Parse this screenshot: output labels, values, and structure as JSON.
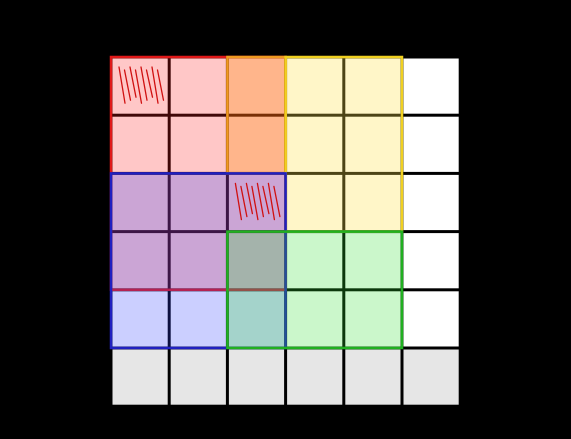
{
  "background_color": "#000000",
  "grid": {
    "rows": 6,
    "cols": 6,
    "cell_color": "#ffffff",
    "bottom_row_color": "#e6e6e6"
  },
  "regions": [
    {
      "name": "red",
      "row_range": [
        0,
        3
      ],
      "col_range": [
        0,
        2
      ],
      "fill": "#ff2020",
      "fill_opacity": 0.25,
      "stroke": "#e01818"
    },
    {
      "name": "orange",
      "row_range": [
        0,
        1
      ],
      "col_range": [
        2,
        2
      ],
      "fill": "#ff8c00",
      "fill_opacity": 0.3,
      "stroke": "#f09a20"
    },
    {
      "name": "yellow",
      "row_range": [
        0,
        2
      ],
      "col_range": [
        3,
        4
      ],
      "fill": "#ffe24a",
      "fill_opacity": 0.3,
      "stroke": "#f0d020"
    },
    {
      "name": "blue",
      "row_range": [
        2,
        4
      ],
      "col_range": [
        0,
        2
      ],
      "fill": "#3040ff",
      "fill_opacity": 0.25,
      "stroke": "#2020c0"
    },
    {
      "name": "green",
      "row_range": [
        3,
        4
      ],
      "col_range": [
        2,
        4
      ],
      "fill": "#30e030",
      "fill_opacity": 0.25,
      "stroke": "#20b020"
    }
  ],
  "hatched_cells": [
    {
      "row": 0,
      "col": 0,
      "stroke": "#d01010"
    },
    {
      "row": 2,
      "col": 2,
      "stroke": "#d01010"
    }
  ]
}
